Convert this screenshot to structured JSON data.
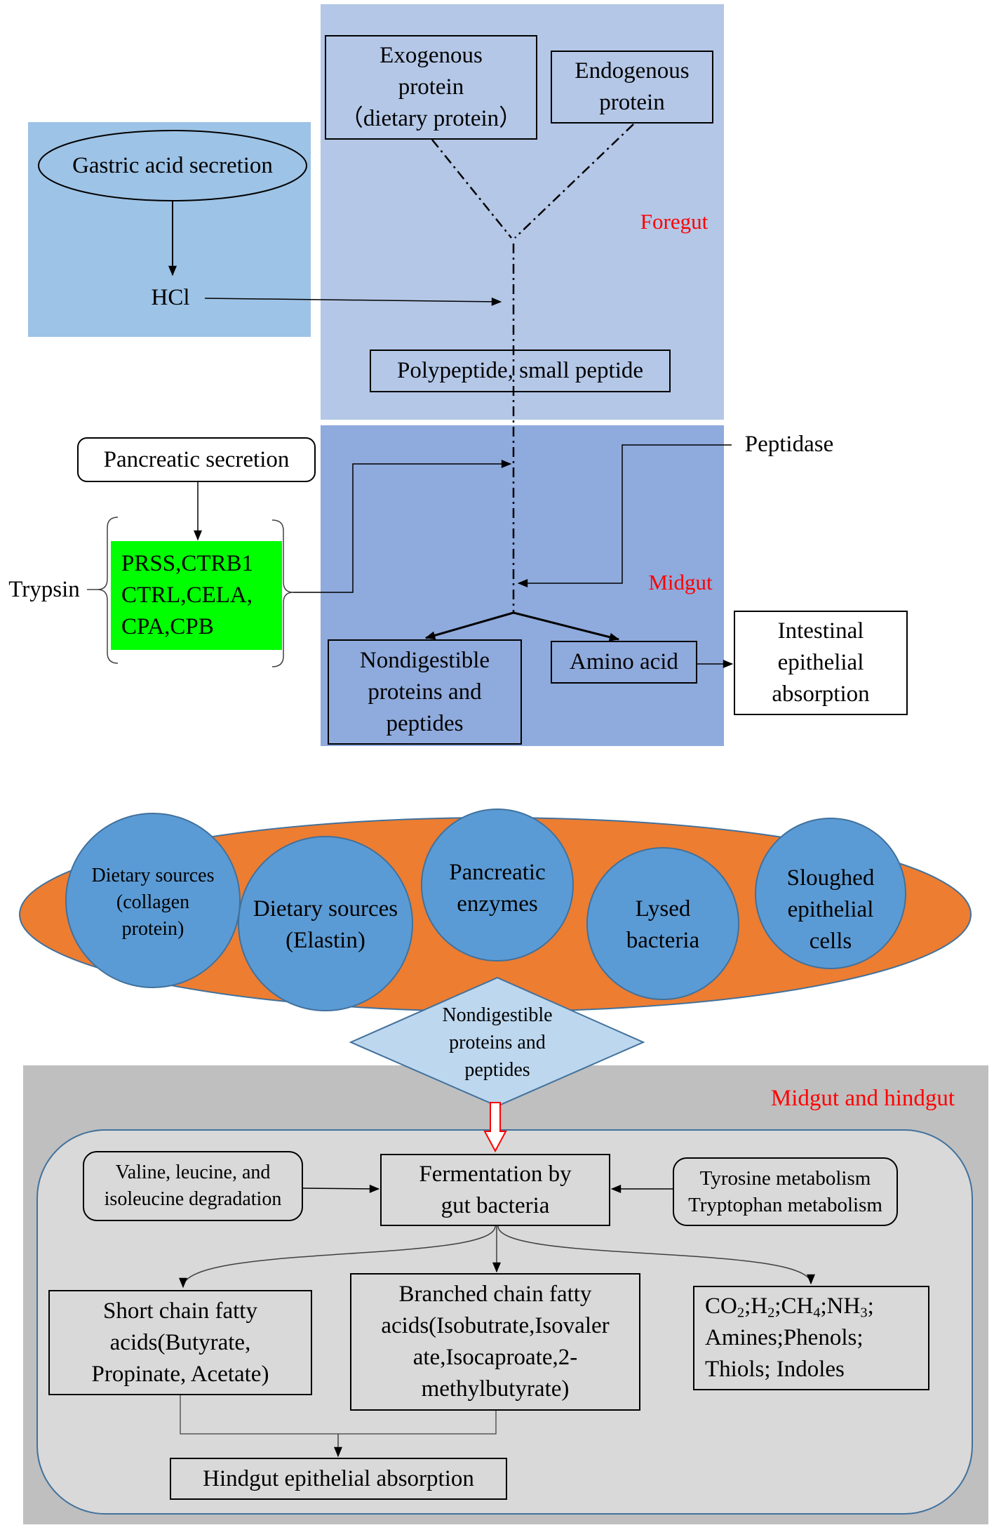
{
  "gastric": {
    "secretion_label": "Gastric acid secretion",
    "hcl_label": "HCl"
  },
  "foregut": {
    "region_label": "Foregut",
    "exogenous_protein": [
      "Exogenous",
      "protein",
      "（dietary protein）"
    ],
    "endogenous_protein": [
      "Endogenous",
      "protein"
    ],
    "polypeptide_label": "Polypeptide, small peptide"
  },
  "pancreas": {
    "secretion_label": "Pancreatic secretion",
    "enzymes": [
      "PRSS,CTRB1",
      "CTRL,CELA,",
      "CPA,CPB"
    ],
    "trypsin_label": "Trypsin"
  },
  "midgut": {
    "region_label": "Midgut",
    "peptidase_label": "Peptidase",
    "nondigestible": [
      "Nondigestible",
      "proteins and",
      "peptides"
    ],
    "amino_acid_label": "Amino acid",
    "intestinal_absorption": [
      "Intestinal",
      "epithelial",
      "absorption"
    ]
  },
  "sources": {
    "items": [
      {
        "lines": [
          "Dietary sources",
          "(collagen",
          "protein)"
        ]
      },
      {
        "lines": [
          "Dietary sources",
          "(Elastin)"
        ]
      },
      {
        "lines": [
          "Pancreatic",
          "enzymes"
        ]
      },
      {
        "lines": [
          "Lysed",
          "bacteria"
        ]
      },
      {
        "lines": [
          "Sloughed",
          "epithelial",
          "cells"
        ]
      }
    ],
    "diamond": [
      "Nondigestible",
      "proteins and",
      "peptides"
    ]
  },
  "hindgut": {
    "region_label": "Midgut and hindgut",
    "bcaa_degradation": [
      "Valine, leucine, and",
      "isoleucine degradation"
    ],
    "fermentation": [
      "Fermentation by",
      "gut bacteria"
    ],
    "aromatic_metabolism": [
      "Tyrosine metabolism",
      "Tryptophan metabolism"
    ],
    "scfa": [
      "Short chain fatty",
      "acids(Butyrate,",
      "Propinate, Acetate)"
    ],
    "bcfa": [
      "Branched chain fatty",
      "acids(Isobutrate,Isovaler",
      "ate,Isocaproate,2-",
      "methylbutyrate)"
    ],
    "byproducts": {
      "line1": [
        "CO",
        "2",
        ";H",
        "2",
        ";CH",
        "4",
        ";NH",
        "3",
        ";"
      ],
      "line2": "Amines;Phenols;",
      "line3": "Thiols; Indoles"
    },
    "absorption_label": "Hindgut epithelial absorption"
  },
  "colors": {
    "foregut_region": "#b4c7e7",
    "gastric_region": "#9dc3e6",
    "midgut_region": "#8faadc",
    "enzyme_highlight": "#00ff00",
    "region_label": "#ff0000",
    "source_ellipse": "#ed7d31",
    "source_circle": "#5b9bd5",
    "nondigestible_diamond": "#bdd7ee",
    "hindgut_region": "#bfbfbf",
    "fermentation_panel": "#d9d9d9"
  }
}
